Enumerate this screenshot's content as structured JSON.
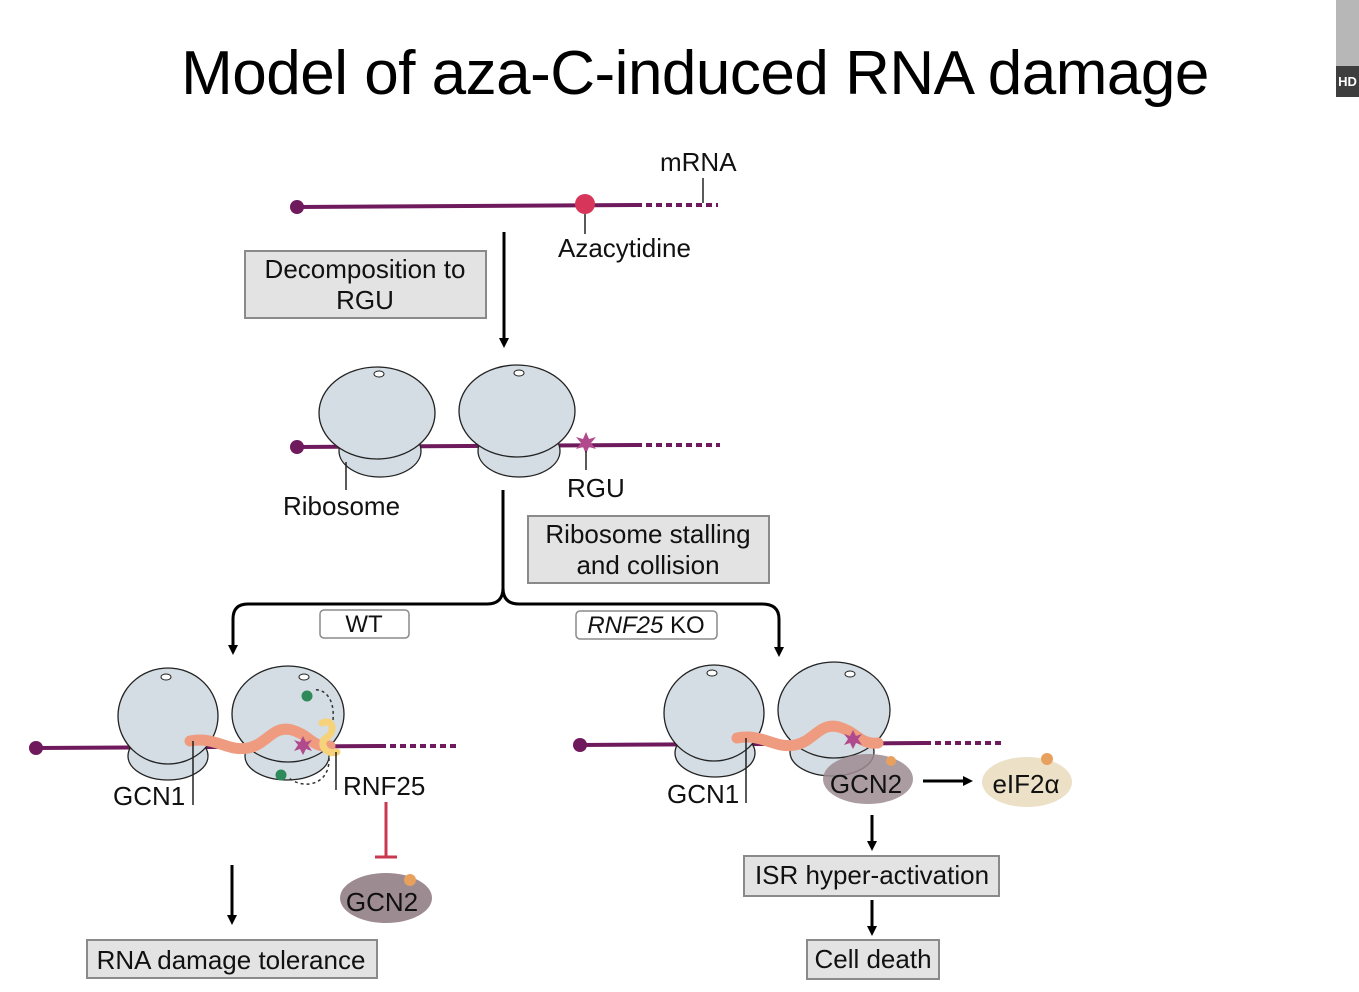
{
  "slide": {
    "title": "Model of aza-C-induced RNA damage",
    "badge": "HD"
  },
  "labels": {
    "mrna": "mRNA",
    "azacytidine": "Azacytidine",
    "decomposition_line1": "Decomposition to",
    "decomposition_line2": "RGU",
    "ribosome": "Ribosome",
    "rgu": "RGU",
    "stalling_line1": "Ribosome stalling",
    "stalling_line2": "and collision",
    "wt": "WT",
    "ko_gene": "RNF25",
    "ko_suffix": " KO",
    "gcn1_left": "GCN1",
    "rnf25": "RNF25",
    "gcn2_inhibited": "GCN2",
    "tolerance": "RNA damage tolerance",
    "gcn1_right": "GCN1",
    "gcn2_active": "GCN2",
    "eif2a": "eIF2α",
    "isr": "ISR hyper-activation",
    "cell_death": "Cell death"
  },
  "colors": {
    "mrna_line": "#6e1a5c",
    "azacytidine_dot": "#d7365a",
    "ribosome_fill": "#d3dde3",
    "gcn1_strand": "#ef9b80",
    "rnf25_yellow": "#f6d37a",
    "gcn2_fill": "#9c8b91",
    "eif2a_fill": "#ece0c6",
    "phospho_dot": "#e8a05e",
    "inhibit_red": "#c9384e",
    "ub_green": "#2f8a5a",
    "box_fill": "#e3e3e3",
    "box_stroke": "#8a8a8a"
  }
}
